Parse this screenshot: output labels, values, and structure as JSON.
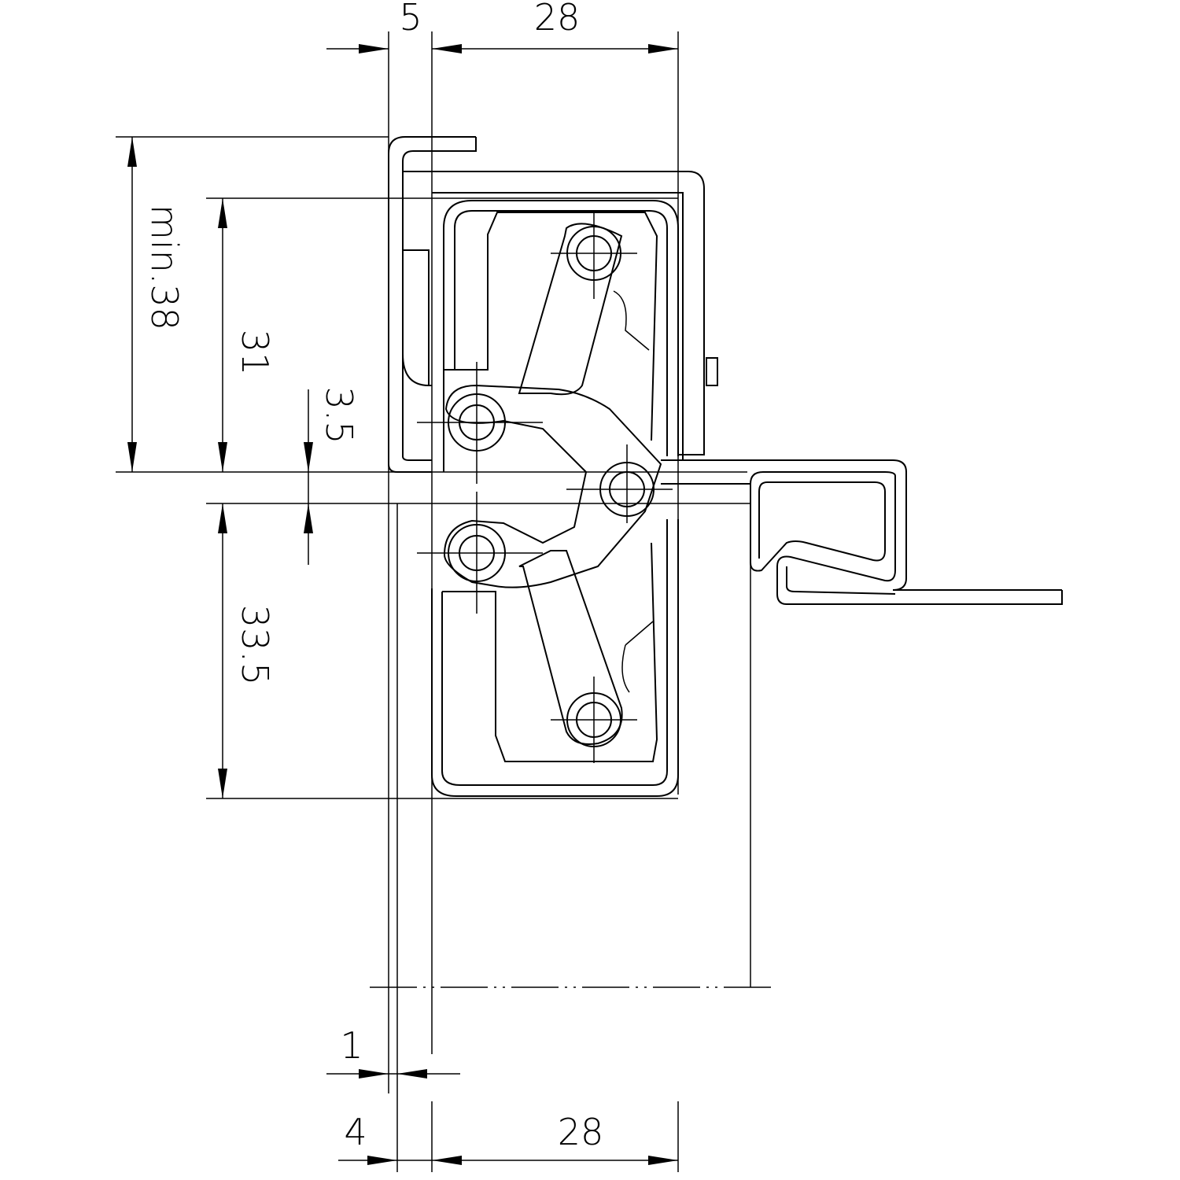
{
  "dimensions": {
    "top_left": "5",
    "top_right": "28",
    "min_height": "min.38",
    "upper_height": "31",
    "gap": "3.5",
    "lower_height": "33.5",
    "bottom_small": "1",
    "bottom_left": "4",
    "bottom_right": "28"
  },
  "colors": {
    "line": "#000000",
    "background": "#ffffff"
  }
}
